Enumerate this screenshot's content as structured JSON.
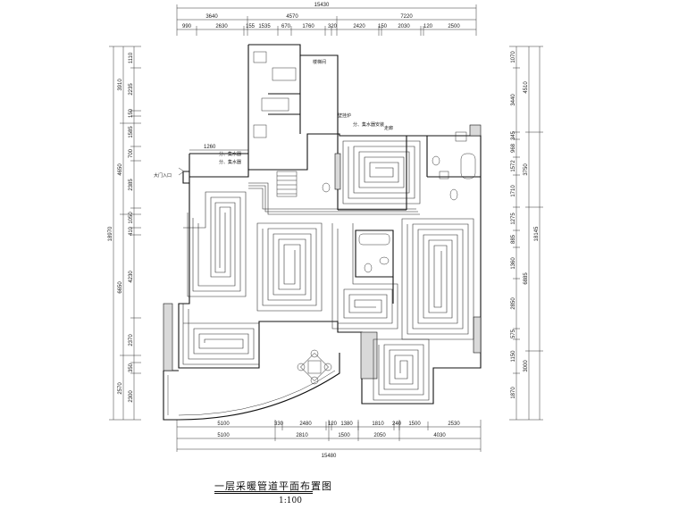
{
  "top_dims": {
    "total": "15430",
    "row1": [
      "3640",
      "4570",
      "7220"
    ],
    "row2": [
      "990",
      "2630",
      "155",
      "1535",
      "670",
      "1760",
      "320",
      "2420",
      "150",
      "2030",
      "120",
      "2500"
    ]
  },
  "bottom_dims": {
    "row1": [
      "5100",
      "330",
      "2480",
      "120",
      "1380",
      "1810",
      "240",
      "1500",
      "2530"
    ],
    "row2": [
      "5100",
      "2810",
      "1500",
      "2050",
      "4030"
    ],
    "total": "15480"
  },
  "left_dims": {
    "total": "18970",
    "outer": [
      "3910",
      "4650",
      "6650",
      "2570"
    ],
    "inner": [
      "1110",
      "2235",
      "150",
      "1585",
      "700",
      "2385",
      "1050",
      "410",
      "4230",
      "2370",
      "350",
      "2300"
    ]
  },
  "right_dims": {
    "total": "18145",
    "outer": [
      "4510",
      "3750",
      "6885",
      "3000"
    ],
    "inner": [
      "1070",
      "3440",
      "345",
      "968",
      "1572",
      "1710",
      "1275",
      "885",
      "1360",
      "2850",
      "575",
      "1150",
      "1870"
    ]
  },
  "notes": {
    "upper_room": "楼梯间",
    "boiler": "壁挂炉",
    "manifold_a": "分、集水器",
    "manifold_b": "分、集水器",
    "pump": "分、集水器安装",
    "corridor": "走廊",
    "entrance": "大门入口",
    "dim_1260": "1260"
  },
  "title": "一层采暖管道平面布置图",
  "scale": "1:100"
}
